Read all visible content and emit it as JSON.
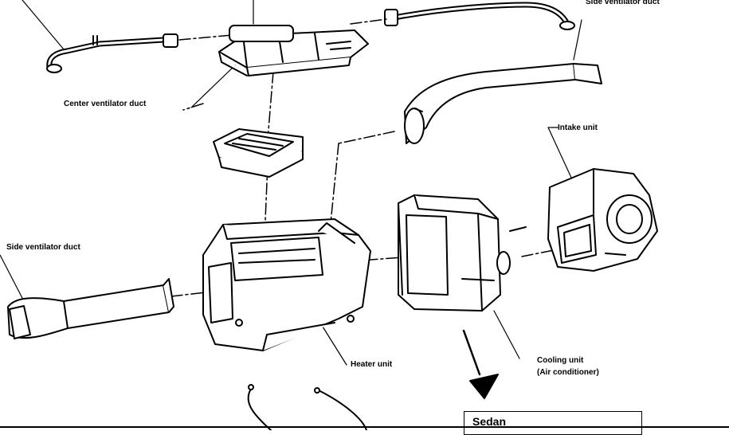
{
  "labels": {
    "side_vent_top_right": "Side ventilator duct",
    "center_vent": "Center ventilator duct",
    "intake_unit": "Intake unit",
    "side_vent_left": "Side ventilator duct",
    "heater_unit": "Heater unit",
    "cooling_unit_line1": "Cooling unit",
    "cooling_unit_line2": "(Air conditioner)"
  },
  "sedan_box": {
    "title": "Sedan"
  },
  "colors": {
    "ink": "#000000",
    "paper": "#ffffff"
  }
}
